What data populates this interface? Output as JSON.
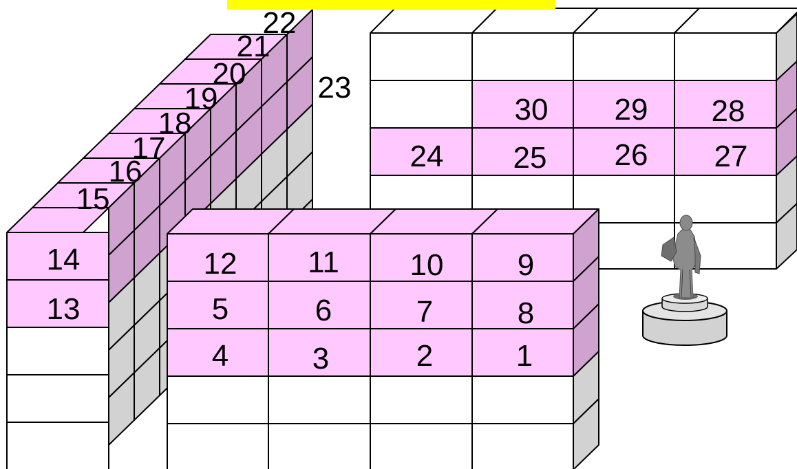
{
  "banner": {
    "color": "#ffff00"
  },
  "colors": {
    "pink_front": "#ffc8ff",
    "pink_side": "#d0a2cf",
    "pink_top": "#ffc8ff",
    "white": "#ffffff",
    "gray_side": "#d2d2d2",
    "stroke": "#000000"
  },
  "cells": {
    "c1": "1",
    "c2": "2",
    "c3": "3",
    "c4": "4",
    "c5": "5",
    "c6": "6",
    "c7": "7",
    "c8": "8",
    "c9": "9",
    "c10": "10",
    "c11": "11",
    "c12": "12",
    "c13": "13",
    "c14": "14",
    "c15": "15",
    "c16": "16",
    "c17": "17",
    "c18": "18",
    "c19": "19",
    "c20": "20",
    "c21": "21",
    "c22": "22",
    "c23": "23",
    "c24": "24",
    "c25": "25",
    "c26": "26",
    "c27": "27",
    "c28": "28",
    "c29": "29",
    "c30": "30"
  },
  "statue": {
    "icon": "statue-icon"
  }
}
